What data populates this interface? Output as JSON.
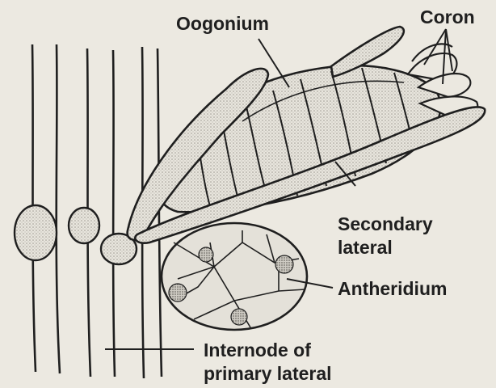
{
  "labels": {
    "oogonium": "Oogonium",
    "corona": "Coron",
    "secondary_lateral_line1": "Secondary",
    "secondary_lateral_line2": "lateral",
    "antheridium": "Antheridium",
    "internode_line1": "Internode of",
    "internode_line2": "primary lateral"
  },
  "colors": {
    "background": "#ece9e1",
    "ink": "#1f1f1f",
    "stipple": "#b9b6ad"
  }
}
